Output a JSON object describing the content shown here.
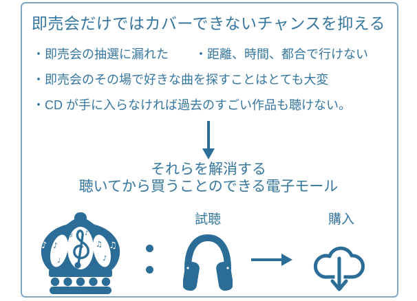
{
  "colors": {
    "text": "#35769f",
    "icon": "#2b6d96",
    "border": "#7fa8c8",
    "background": "#ffffff"
  },
  "title": "即売会だけではカバーできないチャンスを抑える",
  "problem_bullets": [
    "・即売会の抽選に漏れた",
    "・距離、時間、都合で行けない",
    "・即売会のその場で好きな曲を探すことはとても大変",
    "・CD が手に入らなければ過去のすごい作品も聴けない。"
  ],
  "solution": {
    "line1": "それらを解消する",
    "line2": "聴いてから買うことのできる電子モール"
  },
  "flow": {
    "listen_label": "試聴",
    "purchase_label": "購入",
    "separator_glyph": ":",
    "icons": [
      "crown-music-logo-icon",
      "colon-separator",
      "headphones-icon",
      "arrow-right-icon",
      "cloud-download-icon",
      "arrow-down-icon"
    ]
  }
}
